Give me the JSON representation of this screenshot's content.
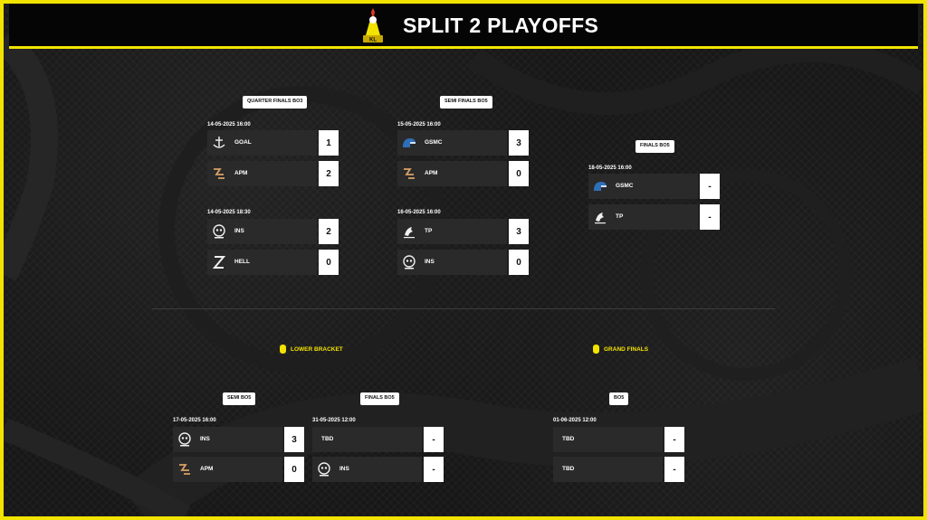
{
  "header": {
    "title": "SPLIT 2 PLAYOFFS"
  },
  "upper": {
    "qf_label": "QUARTER FINALS BO3",
    "sf_label": "SEMI FINALS BO5",
    "f_label": "FINALS BO5",
    "qf1": {
      "date": "14-05-2025 16:00",
      "a": {
        "name": "GOAL",
        "score": "1"
      },
      "b": {
        "name": "APM",
        "score": "2"
      }
    },
    "qf2": {
      "date": "14-05-2025 18:30",
      "a": {
        "name": "INS",
        "score": "2"
      },
      "b": {
        "name": "HELL",
        "score": "0"
      }
    },
    "sf1": {
      "date": "15-05-2025 16:00",
      "a": {
        "name": "GSMC",
        "score": "3"
      },
      "b": {
        "name": "APM",
        "score": "0"
      }
    },
    "sf2": {
      "date": "16-05-2025 16:00",
      "a": {
        "name": "TP",
        "score": "3"
      },
      "b": {
        "name": "INS",
        "score": "0"
      }
    },
    "final": {
      "date": "18-05-2025 16:00",
      "a": {
        "name": "GSMC",
        "score": "-"
      },
      "b": {
        "name": "TP",
        "score": "-"
      }
    }
  },
  "lower": {
    "title": "LOWER BRACKET",
    "semi_label": "SEMI BO5",
    "final_label": "FINALS BO5",
    "semi": {
      "date": "17-05-2025 16:00",
      "a": {
        "name": "INS",
        "score": "3"
      },
      "b": {
        "name": "APM",
        "score": "0"
      }
    },
    "final": {
      "date": "31-05-2025 12:00",
      "a": {
        "name": "TBD",
        "score": "-"
      },
      "b": {
        "name": "INS",
        "score": "-"
      }
    }
  },
  "grand": {
    "title": "GRAND FINALS",
    "label": "BO5",
    "match": {
      "date": "01-06-2025 12:00",
      "a": {
        "name": "TBD",
        "score": "-"
      },
      "b": {
        "name": "TBD",
        "score": "-"
      }
    }
  },
  "colors": {
    "accent": "#f2e300",
    "background": "#171717",
    "card": "#2a2a2a",
    "score_bg": "#ffffff"
  },
  "icons": {
    "goal": "anchor-icon",
    "apm": "apm-logo-icon",
    "ins": "skull-icon",
    "hell": "hell-z-icon",
    "gsmc": "gsmc-helmet-icon",
    "tp": "tp-bird-icon"
  }
}
